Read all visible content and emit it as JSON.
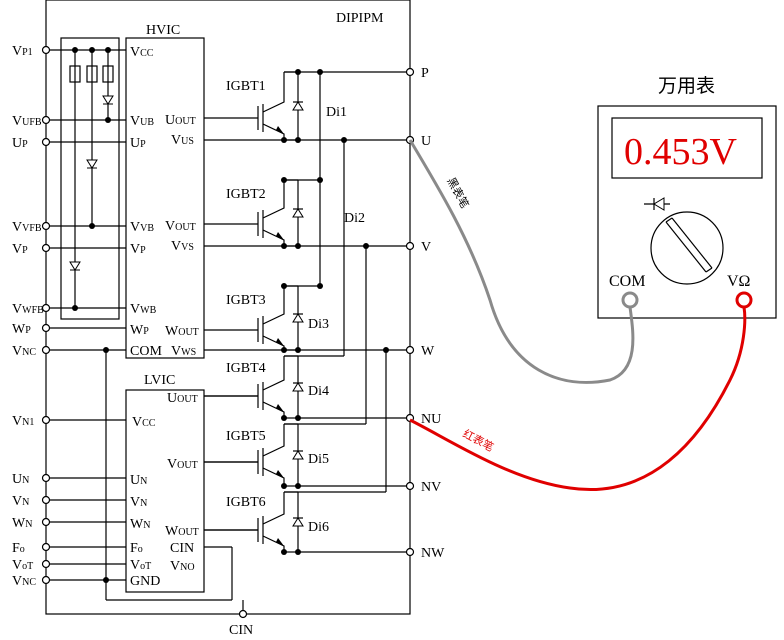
{
  "module": {
    "title": "DIPIPM"
  },
  "hvic": {
    "title": "HVIC"
  },
  "lvic": {
    "title": "LVIC"
  },
  "left_pins": [
    {
      "main": "V",
      "sub": "P1"
    },
    {
      "main": "V",
      "sub": "UFB"
    },
    {
      "main": "U",
      "sub": "P"
    },
    {
      "main": "V",
      "sub": "VFB"
    },
    {
      "main": "V",
      "sub": "P"
    },
    {
      "main": "V",
      "sub": "WFB"
    },
    {
      "main": "W",
      "sub": "P"
    },
    {
      "main": "V",
      "sub": "NC"
    },
    {
      "main": "V",
      "sub": "N1"
    },
    {
      "main": "U",
      "sub": "N"
    },
    {
      "main": "V",
      "sub": "N"
    },
    {
      "main": "W",
      "sub": "N"
    },
    {
      "main": "F",
      "sub": "o"
    },
    {
      "main": "V",
      "sub": "oT"
    },
    {
      "main": "V",
      "sub": "NC"
    }
  ],
  "hvic_pins": {
    "vcc": {
      "main": "V",
      "sub": "CC"
    },
    "vub": {
      "main": "V",
      "sub": "UB"
    },
    "up": {
      "main": "U",
      "sub": "P"
    },
    "vvb": {
      "main": "V",
      "sub": "VB"
    },
    "vp": {
      "main": "V",
      "sub": "P"
    },
    "vwb": {
      "main": "V",
      "sub": "WB"
    },
    "wp": {
      "main": "W",
      "sub": "P"
    },
    "com": {
      "main": "COM",
      "sub": ""
    },
    "uout": {
      "main": "U",
      "sub": "OUT"
    },
    "vus": {
      "main": "V",
      "sub": "US"
    },
    "vout": {
      "main": "V",
      "sub": "OUT"
    },
    "vvs": {
      "main": "V",
      "sub": "VS"
    },
    "wout": {
      "main": "W",
      "sub": "OUT"
    },
    "vws": {
      "main": "V",
      "sub": "WS"
    }
  },
  "lvic_pins": {
    "vcc": {
      "main": "V",
      "sub": "CC"
    },
    "un": {
      "main": "U",
      "sub": "N"
    },
    "vn": {
      "main": "V",
      "sub": "N"
    },
    "wn": {
      "main": "W",
      "sub": "N"
    },
    "fo": {
      "main": "F",
      "sub": "o"
    },
    "vot": {
      "main": "V",
      "sub": "oT"
    },
    "gnd": {
      "main": "GND",
      "sub": ""
    },
    "uout": {
      "main": "U",
      "sub": "OUT"
    },
    "vout": {
      "main": "V",
      "sub": "OUT"
    },
    "wout": {
      "main": "W",
      "sub": "OUT"
    },
    "cin": {
      "main": "CIN",
      "sub": ""
    },
    "vno": {
      "main": "V",
      "sub": "NO"
    }
  },
  "igbts": [
    "IGBT1",
    "IGBT2",
    "IGBT3",
    "IGBT4",
    "IGBT5",
    "IGBT6"
  ],
  "diodes": [
    "Di1",
    "Di2",
    "Di3",
    "Di4",
    "Di5",
    "Di6"
  ],
  "right_pins": [
    "P",
    "U",
    "V",
    "W",
    "NU",
    "NV",
    "NW"
  ],
  "bottom_pin": "CIN",
  "multimeter": {
    "title": "万用表",
    "reading": "0.453V",
    "com_label": "COM",
    "vohm_label": "VΩ",
    "reading_color": "#e00000"
  },
  "probes": {
    "black_label": "黑表笔",
    "red_label": "红表笔",
    "black_color": "#8a8a8a",
    "red_color": "#e00000"
  }
}
